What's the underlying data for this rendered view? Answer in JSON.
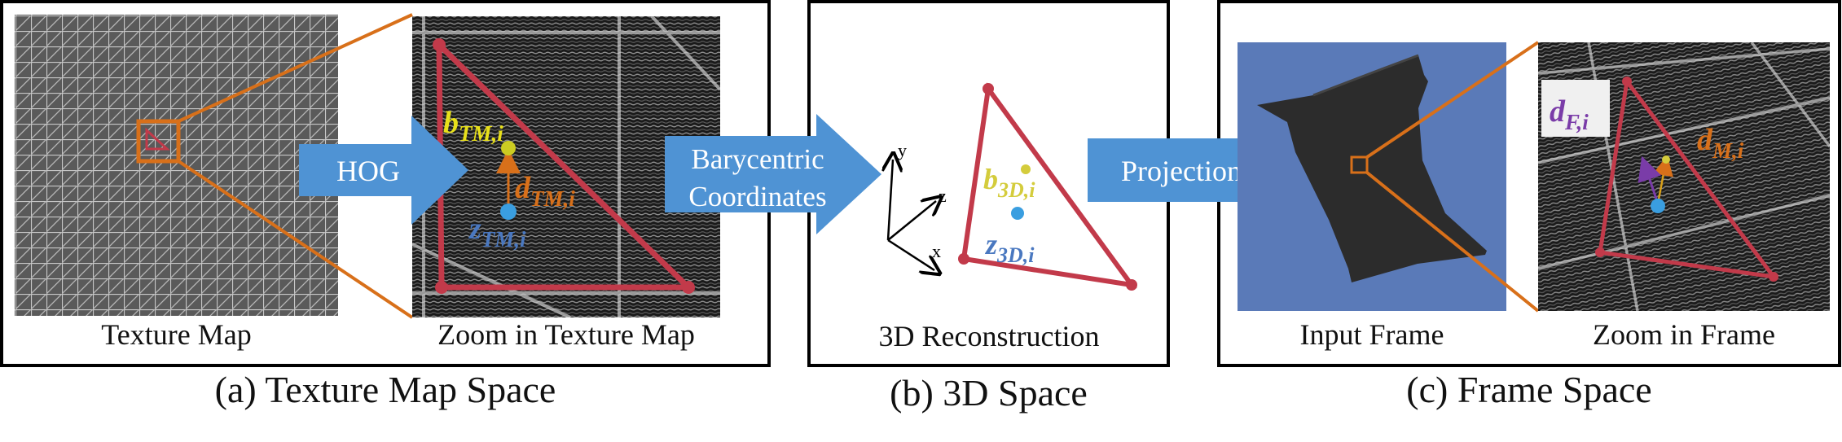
{
  "panel_a": {
    "caption": "(a) Texture Map Space",
    "img1_label": "Texture Map",
    "img2_label": "Zoom in Texture Map",
    "arrow_label": "HOG",
    "b_label": {
      "main": "b",
      "sub": "TM,i"
    },
    "d_label": {
      "main": "d",
      "sub": "TM,i"
    },
    "z_label": {
      "main": "z",
      "sub": "TM,i"
    }
  },
  "arrow_bary": {
    "line1": "Barycentric",
    "line2": "Coordinates"
  },
  "panel_b": {
    "caption": "(b) 3D Space",
    "label": "3D Reconstruction",
    "axis_y": "y",
    "axis_z": "z",
    "axis_x": "x",
    "b_label": {
      "main": "b",
      "sub": "3D,i"
    },
    "z_label": {
      "main": "z",
      "sub": "3D,i"
    }
  },
  "arrow_proj": {
    "label": "Projection"
  },
  "panel_c": {
    "caption": "(c) Frame Space",
    "img1_label": "Input Frame",
    "img2_label": "Zoom in Frame",
    "dF_label": {
      "main": "d",
      "sub": "F,i"
    },
    "dM_label": {
      "main": "d",
      "sub": "M,i"
    }
  },
  "colors": {
    "triangle": "#c23a4a",
    "orange": "#d8701a",
    "arrow_blue": "#4f93d4",
    "yellow": "#e8e01a",
    "pale_yellow": "#d4cc3c",
    "z_blue": "#3a9ee0",
    "z_text_blue": "#4a78c0",
    "purple": "#7a3ca8",
    "frame_bg": "#5a7ab8"
  }
}
